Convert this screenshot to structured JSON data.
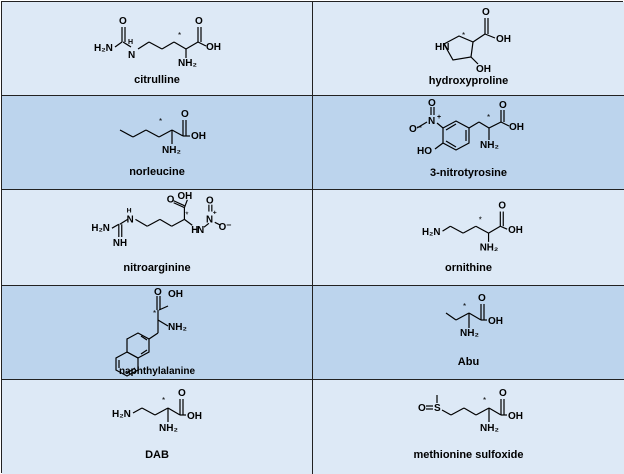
{
  "compounds": [
    {
      "name": "citrulline"
    },
    {
      "name": "hydroxyproline"
    },
    {
      "name": "norleucine"
    },
    {
      "name": "3-nitrotyrosine"
    },
    {
      "name": "nitroarginine"
    },
    {
      "name": "ornithine"
    },
    {
      "name": "naphthylalanine"
    },
    {
      "name": "Abu"
    },
    {
      "name": "DAB"
    },
    {
      "name": "methionine sulfoxide"
    }
  ],
  "atoms": {
    "OH": "OH",
    "NH2": "NH₂",
    "H2N": "H₂N",
    "N": "N",
    "O": "O",
    "S": "S",
    "NH": "NH",
    "HN": "HN",
    "HO": "HO",
    "H": "H",
    "star": "*",
    "plus": "+",
    "minus": "-",
    "Nplus": "N⁺",
    "Ominus": "O⁻"
  },
  "colors": {
    "light_cell": "#dde9f6",
    "dark_cell": "#bcd4ed",
    "border": "#222222"
  }
}
